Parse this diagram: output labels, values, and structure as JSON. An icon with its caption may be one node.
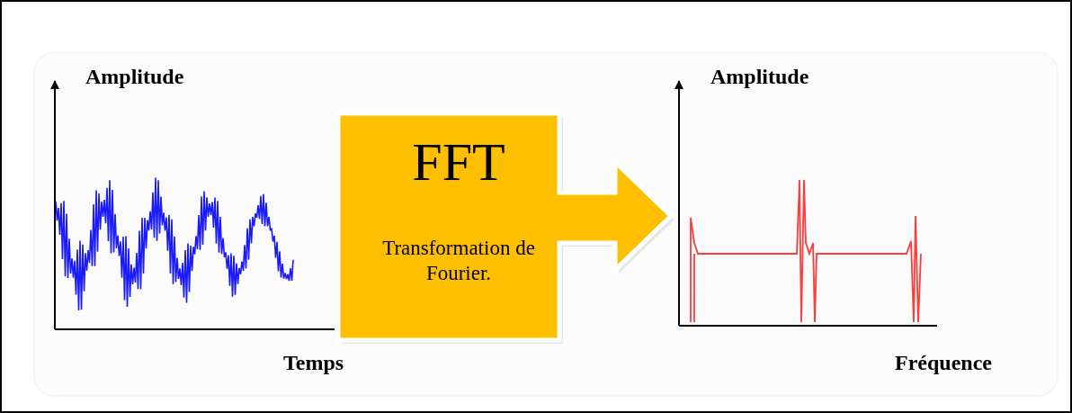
{
  "diagram": {
    "nodes": [
      {
        "text": [
          "FFT",
          "Transformation de Fourier."
        ]
      }
    ],
    "labels": [
      "Amplitude",
      "Amplitude",
      "Temps",
      "Fréquence"
    ]
  }
}
